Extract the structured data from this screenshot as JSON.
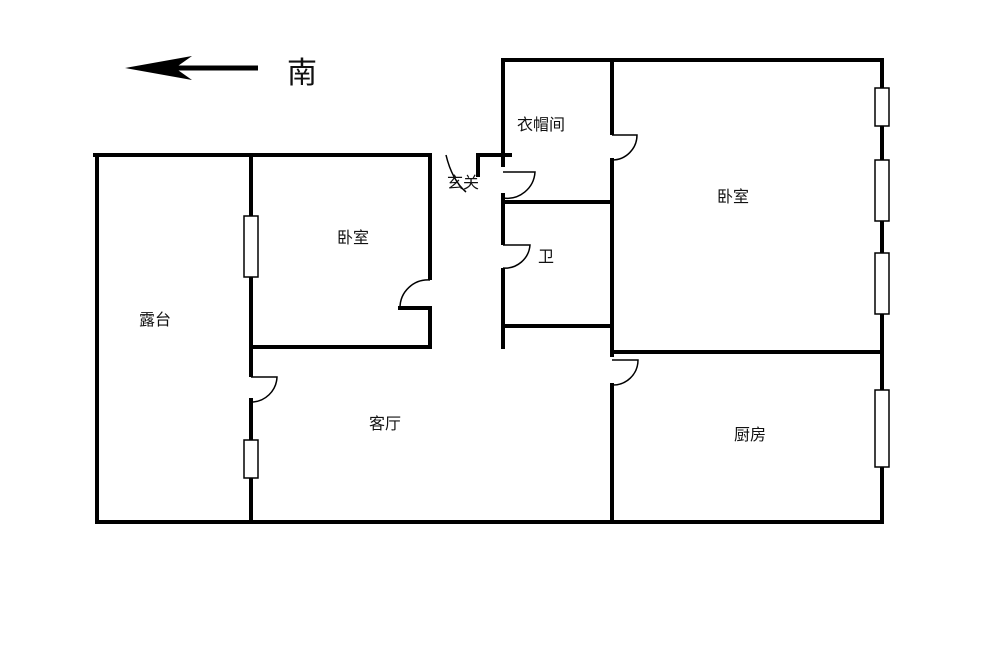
{
  "compass": {
    "direction_label": "南"
  },
  "rooms": {
    "cloakroom": "衣帽间",
    "master_bedroom": "卧室",
    "entrance": "玄关",
    "bathroom": "卫",
    "bedroom": "卧室",
    "terrace": "露台",
    "living_room": "客厅",
    "kitchen": "厨房"
  },
  "colors": {
    "wall": "#000000",
    "background": "#ffffff"
  }
}
